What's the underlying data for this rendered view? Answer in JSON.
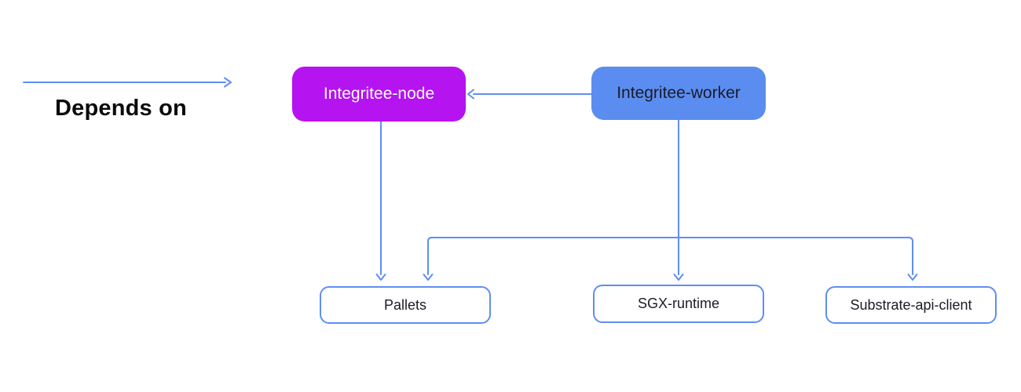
{
  "colors": {
    "background": "#ffffff",
    "magenta": "#b513f0",
    "blue": "#5b8df0",
    "line": "#5f8ef2",
    "dark-text": "#1b1b29",
    "light-text": "#ffffff"
  },
  "legend": {
    "label": "Depends on"
  },
  "nodes": {
    "integritee_node": {
      "label": "Integritee-node"
    },
    "integritee_worker": {
      "label": "Integritee-worker"
    },
    "pallets": {
      "label": "Pallets"
    },
    "sgx_runtime": {
      "label": "SGX-runtime"
    },
    "substrate_api_client": {
      "label": "Substrate-api-client"
    }
  },
  "edges": [
    {
      "from": "Integritee-worker",
      "to": "Integritee-node"
    },
    {
      "from": "Integritee-node",
      "to": "Pallets"
    },
    {
      "from": "Integritee-worker",
      "to": "Pallets"
    },
    {
      "from": "Integritee-worker",
      "to": "SGX-runtime"
    },
    {
      "from": "Integritee-worker",
      "to": "Substrate-api-client"
    }
  ]
}
